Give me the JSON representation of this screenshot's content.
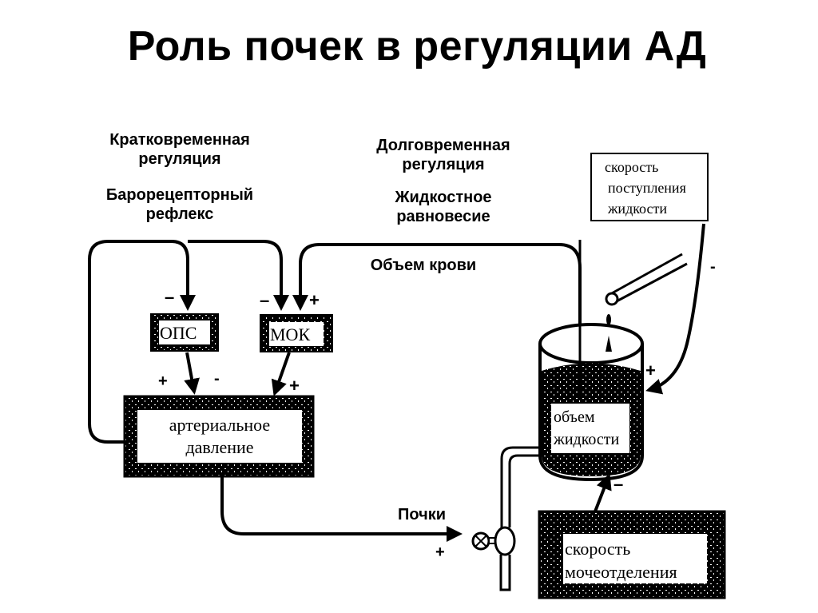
{
  "title": "Роль почек в регуляции АД",
  "labels": {
    "short_term": [
      "Кратковременная",
      "регуляция"
    ],
    "baroreflex": [
      "Барорецепторный",
      "рефлекс"
    ],
    "long_term": [
      "Долговременная",
      "регуляция"
    ],
    "fluid_balance": [
      "Жидкостное",
      "равновесие"
    ],
    "blood_volume": "Объем крови",
    "kidneys": "Почки"
  },
  "boxes": {
    "ops": "ОПС",
    "mok": "МОК",
    "arterial_pressure": [
      "артериальное",
      "давление"
    ],
    "fluid_intake": [
      "скорость",
      "поступления",
      "жидкости"
    ],
    "fluid_volume": [
      "объем",
      "жидкости"
    ],
    "urine_output": [
      "скорость",
      "мочеотделения"
    ]
  },
  "signs": {
    "ops_in": "–",
    "mok_in_left": "–",
    "mok_in_right": "+",
    "ops_out_left": "+",
    "ops_out_right": "-",
    "mok_out": "+",
    "intake_near": "-",
    "intake_arrow": "+",
    "urine_arrow": "–",
    "kidney_arrow": "+"
  }
}
